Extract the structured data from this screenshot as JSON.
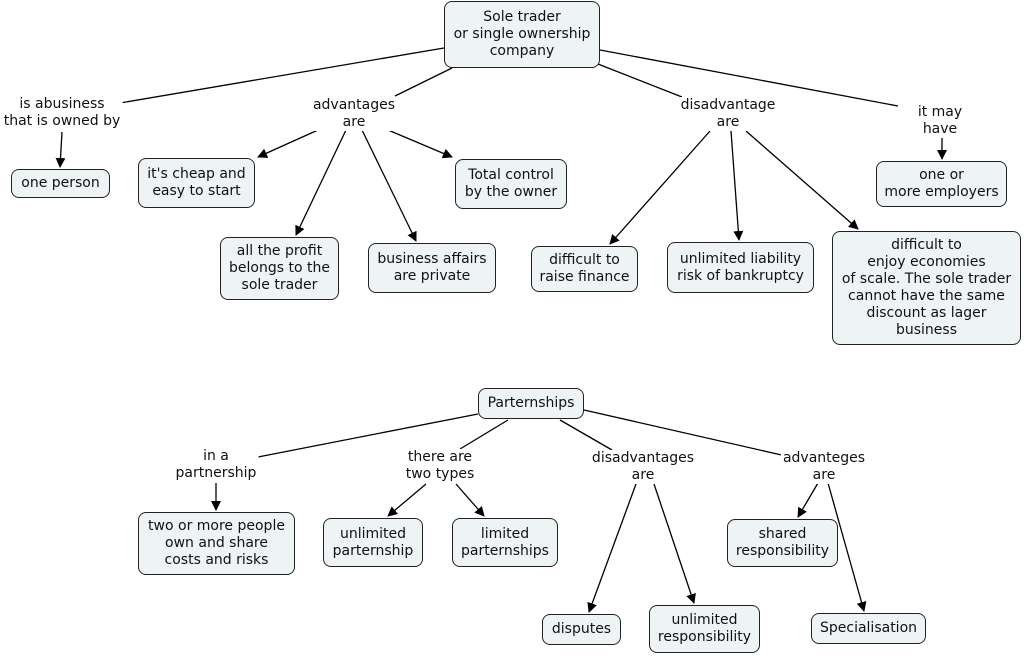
{
  "sole": {
    "root": "Sole trader\nor single ownership\ncompany",
    "link_owned": "is abusiness\nthat is owned by",
    "link_advantages": "advantages\nare",
    "link_disadvantage": "disadvantage\nare",
    "link_may_have": "it may have",
    "one_person": "one person",
    "cheap": "it's cheap and\neasy to start",
    "profit": "all the profit\nbelongs to the\nsole trader",
    "private": "business affairs\nare private",
    "control": "Total control\nby the owner",
    "finance": "difficult to\nraise finance",
    "liability": "unlimited liability\nrisk of bankruptcy",
    "economies": "difficult to\nenjoy economies\nof scale. The sole trader\ncannot have the same\ndiscount as lager\nbusiness",
    "employers": "one or\nmore employers"
  },
  "partner": {
    "root": "Parternships",
    "link_in": "in a\npartnership",
    "link_types": "there are\ntwo types",
    "link_disadvantages": "disadvantages\nare",
    "link_advantages": "advanteges\nare",
    "people": "two or more people\nown and share\ncosts and risks",
    "unlimited": "unlimited\nparternship",
    "limited": "limited\nparternships",
    "disputes": "disputes",
    "unlimited_resp": "unlimited\nresponsibility",
    "shared": "shared\nresponsibility",
    "special": "Specialisation"
  }
}
